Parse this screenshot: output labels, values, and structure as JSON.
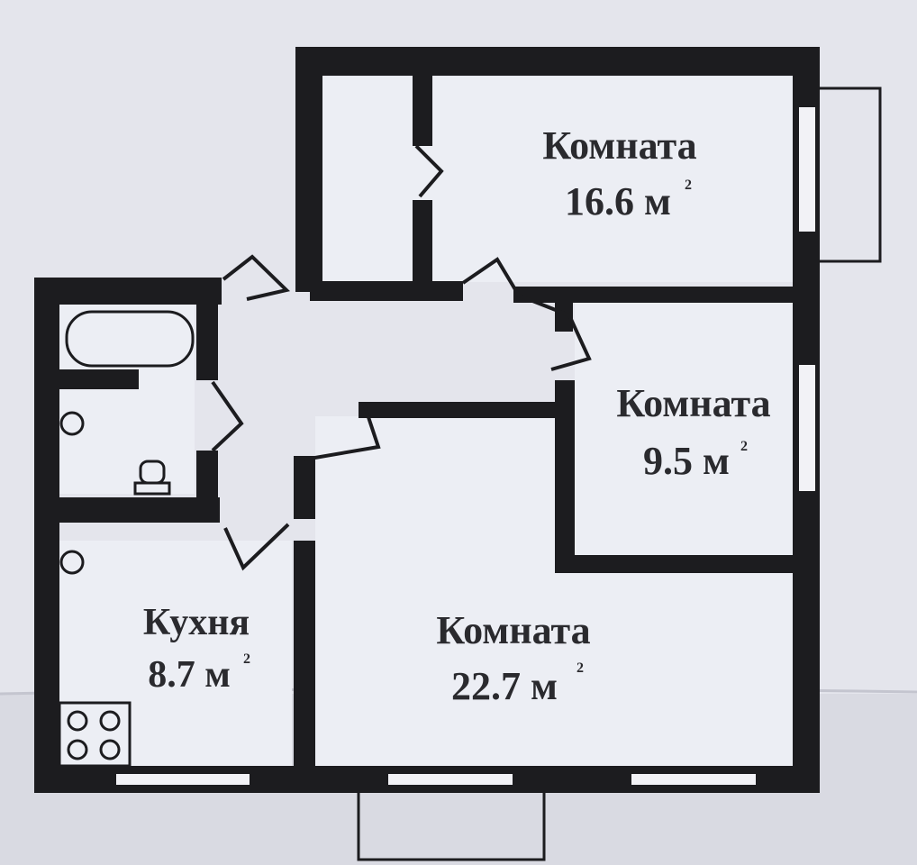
{
  "rooms": [
    {
      "id": "room-1",
      "name": "Комната",
      "area": "16.6 м",
      "unit_sup": "2"
    },
    {
      "id": "room-2",
      "name": "Комната",
      "area": "9.5 м",
      "unit_sup": "2"
    },
    {
      "id": "room-3",
      "name": "Комната",
      "area": "22.7 м",
      "unit_sup": "2"
    },
    {
      "id": "kitchen",
      "name": "Кухня",
      "area": "8.7 м",
      "unit_sup": "2"
    }
  ],
  "colors": {
    "paper": "#e4e5ec",
    "paper_lower": "#d9dae2",
    "wall": "#1c1c1f",
    "text": "#2a2a2e"
  }
}
